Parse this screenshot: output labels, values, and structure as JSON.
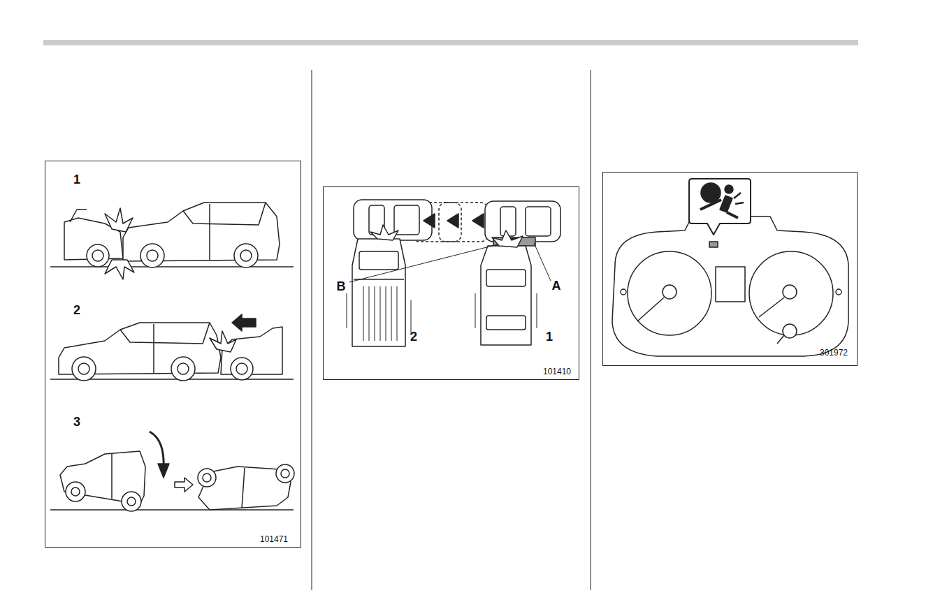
{
  "diagram": {
    "labels": [
      "1",
      "2",
      "3",
      "101471",
      "B",
      "A",
      "2",
      "1",
      "101410",
      "301972"
    ]
  }
}
